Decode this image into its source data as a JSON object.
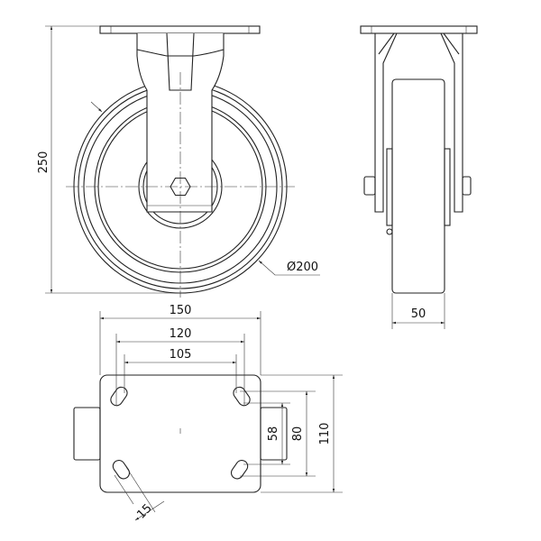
{
  "drawing": {
    "title": "Fixed caster technical drawing",
    "dimensions": {
      "height": "250",
      "wheel_diameter": "Ø200",
      "wheel_width": "50",
      "plate_length": "150",
      "hole_spacing_outer": "120",
      "hole_spacing_inner": "105",
      "hole_spacing_inner_width": "58",
      "hole_spacing_outer_width": "80",
      "plate_width": "110",
      "slot_width": "15"
    },
    "line_color": "#222222"
  }
}
